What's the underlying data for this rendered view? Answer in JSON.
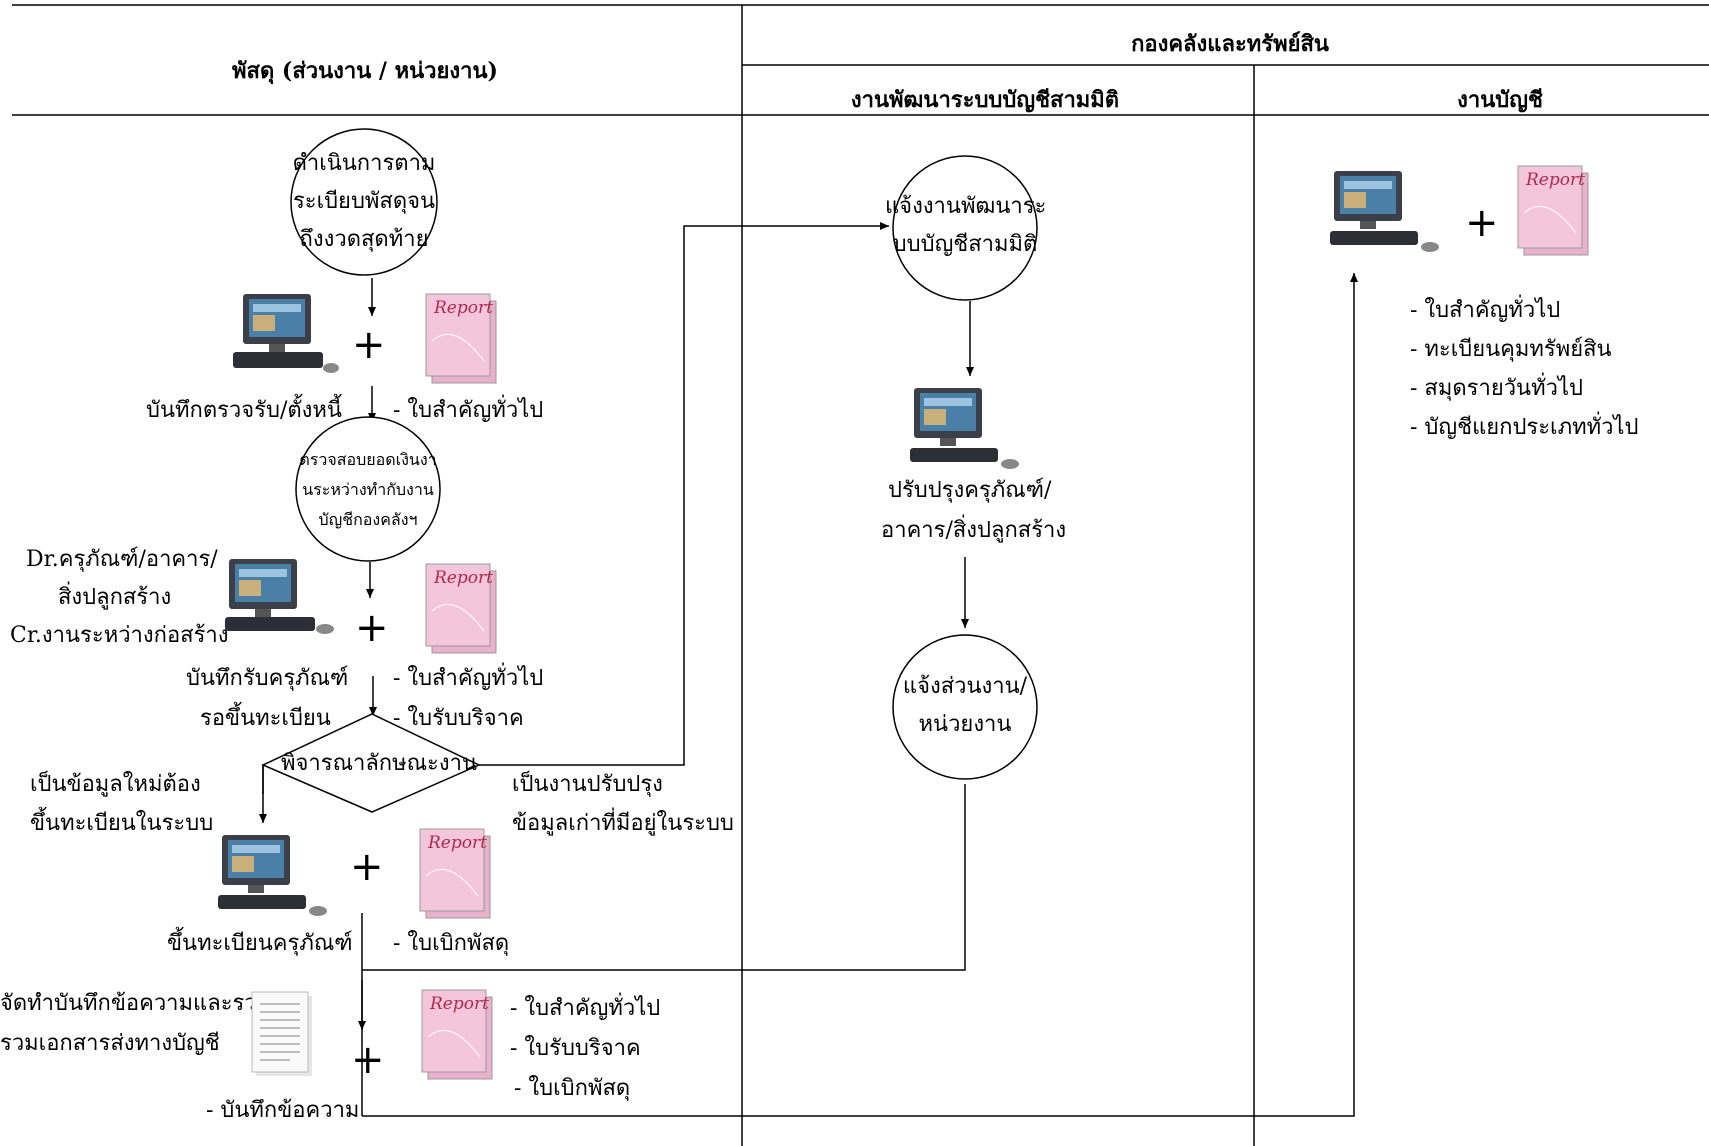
{
  "headers": {
    "lane_supply": "พัสดุ (ส่วนงาน / หน่วยงาน)",
    "group_finance": "กองคลังและทรัพย์สิน",
    "lane_3d": "งานพัฒนาระบบบัญชีสามมิติ",
    "lane_accounting": "งานบัญชี"
  },
  "supply_lane": {
    "start_circle": [
      "ดำเนินการตาม",
      "ระเบียบพัสดุจน",
      "ถึงงวดสุดท้าย"
    ],
    "record_receipt": "บันทึกตรวจรับ/ตั้งหนี้",
    "doc_general_1": "- ใบสำคัญทั่วไป",
    "check_circle": [
      "ตรวจสอบยอดเงินงา",
      "นระหว่างทำกับงาน",
      "บัญชีกองคลังฯ"
    ],
    "dr_line1": "Dr.ครุภัณฑ์/อาคาร/",
    "dr_line2": "สิ่งปลูกสร้าง",
    "cr_line": "Cr.งานระหว่างก่อสร้าง",
    "record_asset_1": "บันทึกรับครุภัณฑ์",
    "record_asset_2": "รอขึ้นทะเบียน",
    "doc_general_2": "- ใบสำคัญทั่วไป",
    "doc_donation_1": "- ใบรับบริจาค",
    "decision": "พิจารณาลักษณะงาน",
    "new_data_1": "เป็นข้อมูลใหม่ต้อง",
    "new_data_2": "ขึ้นทะเบียนในระบบ",
    "improve_1": "เป็นงานปรับปรุง",
    "improve_2": "ข้อมูลเก่าที่มีอยู่ในระบบ",
    "register_asset": "ขึ้นทะเบียนครุภัณฑ์",
    "doc_withdraw_1": "- ใบเบิกพัสดุ",
    "memo_1": "จัดทำบันทึกข้อความและรวบ",
    "memo_2": "รวมเอกสารส่งทางบัญชี",
    "memo_label": "- บันทึกข้อความ",
    "doc_general_3": "- ใบสำคัญทั่วไป",
    "doc_donation_2": "- ใบรับบริจาค",
    "doc_withdraw_2": "- ใบเบิกพัสดุ"
  },
  "lane_3d_items": {
    "notify_circle": [
      "แจ้งงานพัฒนาระ",
      "บบบัญชีสามมิติ"
    ],
    "update_1": "ปรับปรุงครุภัณฑ์/",
    "update_2": "อาคาร/สิ่งปลูกสร้าง",
    "notify_unit_circle": [
      "แจ้งส่วนงาน/",
      "หน่วยงาน"
    ]
  },
  "accounting_lane": {
    "docs": [
      "- ใบสำคัญทั่วไป",
      "- ทะเบียนคุมทรัพย์สิน",
      "- สมุดรายวันทั่วไป",
      "- บัญชีแยกประเภททั่วไป"
    ]
  },
  "symbols": {
    "plus": "+",
    "report": "Report"
  },
  "colors": {
    "report_pink": "#f3c6dc",
    "report_text": "#b0284a",
    "monitor_screen": "#4a7fa8"
  }
}
